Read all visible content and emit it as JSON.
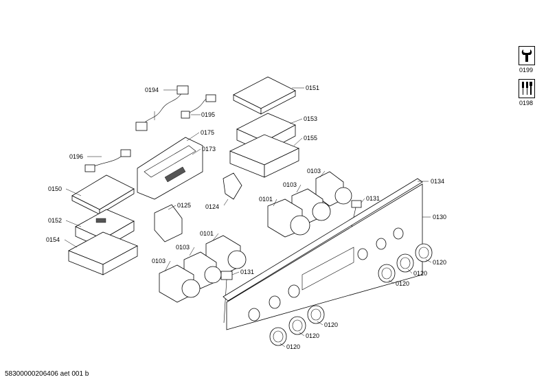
{
  "footer": {
    "code": "58300000206406 aet 001 b"
  },
  "side_icons": [
    {
      "label": "0199",
      "icon": "wrench-icon"
    },
    {
      "label": "0198",
      "icon": "screwdriver-tools-icon"
    }
  ],
  "labels": {
    "l0194": "0194",
    "l0195": "0195",
    "l0175": "0175",
    "l0173": "0173",
    "l0196": "0196",
    "l0150": "0150",
    "l0152": "0152",
    "l0154": "0154",
    "l0125": "0125",
    "l0124": "0124",
    "l0151": "0151",
    "l0153": "0153",
    "l0155": "0155",
    "l0103a": "0103",
    "l0103b": "0103",
    "l0101a": "0101",
    "l0131a": "0131",
    "l0134": "0134",
    "l0130": "0130",
    "l0101b": "0101",
    "l0103c": "0103",
    "l0103d": "0103",
    "l0131b": "0131",
    "l0120a": "0120",
    "l0120b": "0120",
    "l0120c": "0120",
    "l0120d": "0120",
    "l0120e": "0120",
    "l0120f": "0120"
  }
}
